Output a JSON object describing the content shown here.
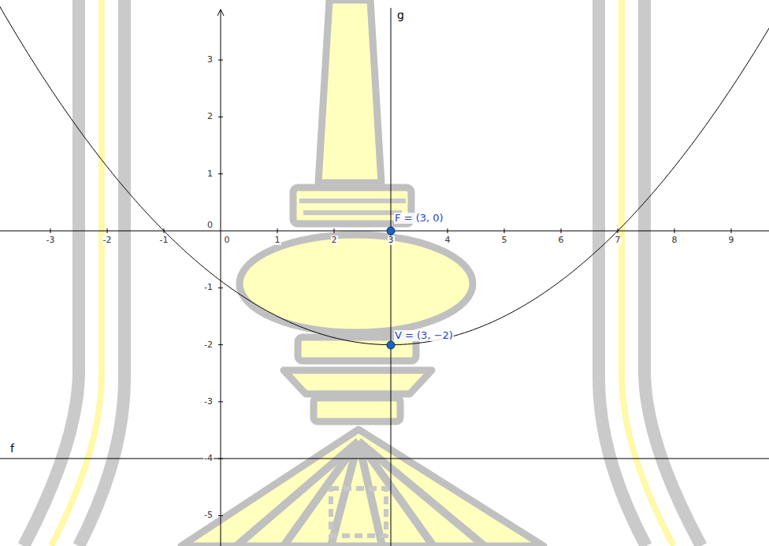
{
  "diagram": {
    "labels": [
      "g",
      "3",
      "2",
      "1",
      "0",
      "F = (3, 0)",
      "-3",
      "-2",
      "-1",
      "0",
      "1",
      "2",
      "3",
      "4",
      "5",
      "6",
      "7",
      "8",
      "9",
      "-1",
      "V = (3, −2)",
      "-2",
      "-3",
      "f",
      "-4",
      "-5"
    ]
  }
}
